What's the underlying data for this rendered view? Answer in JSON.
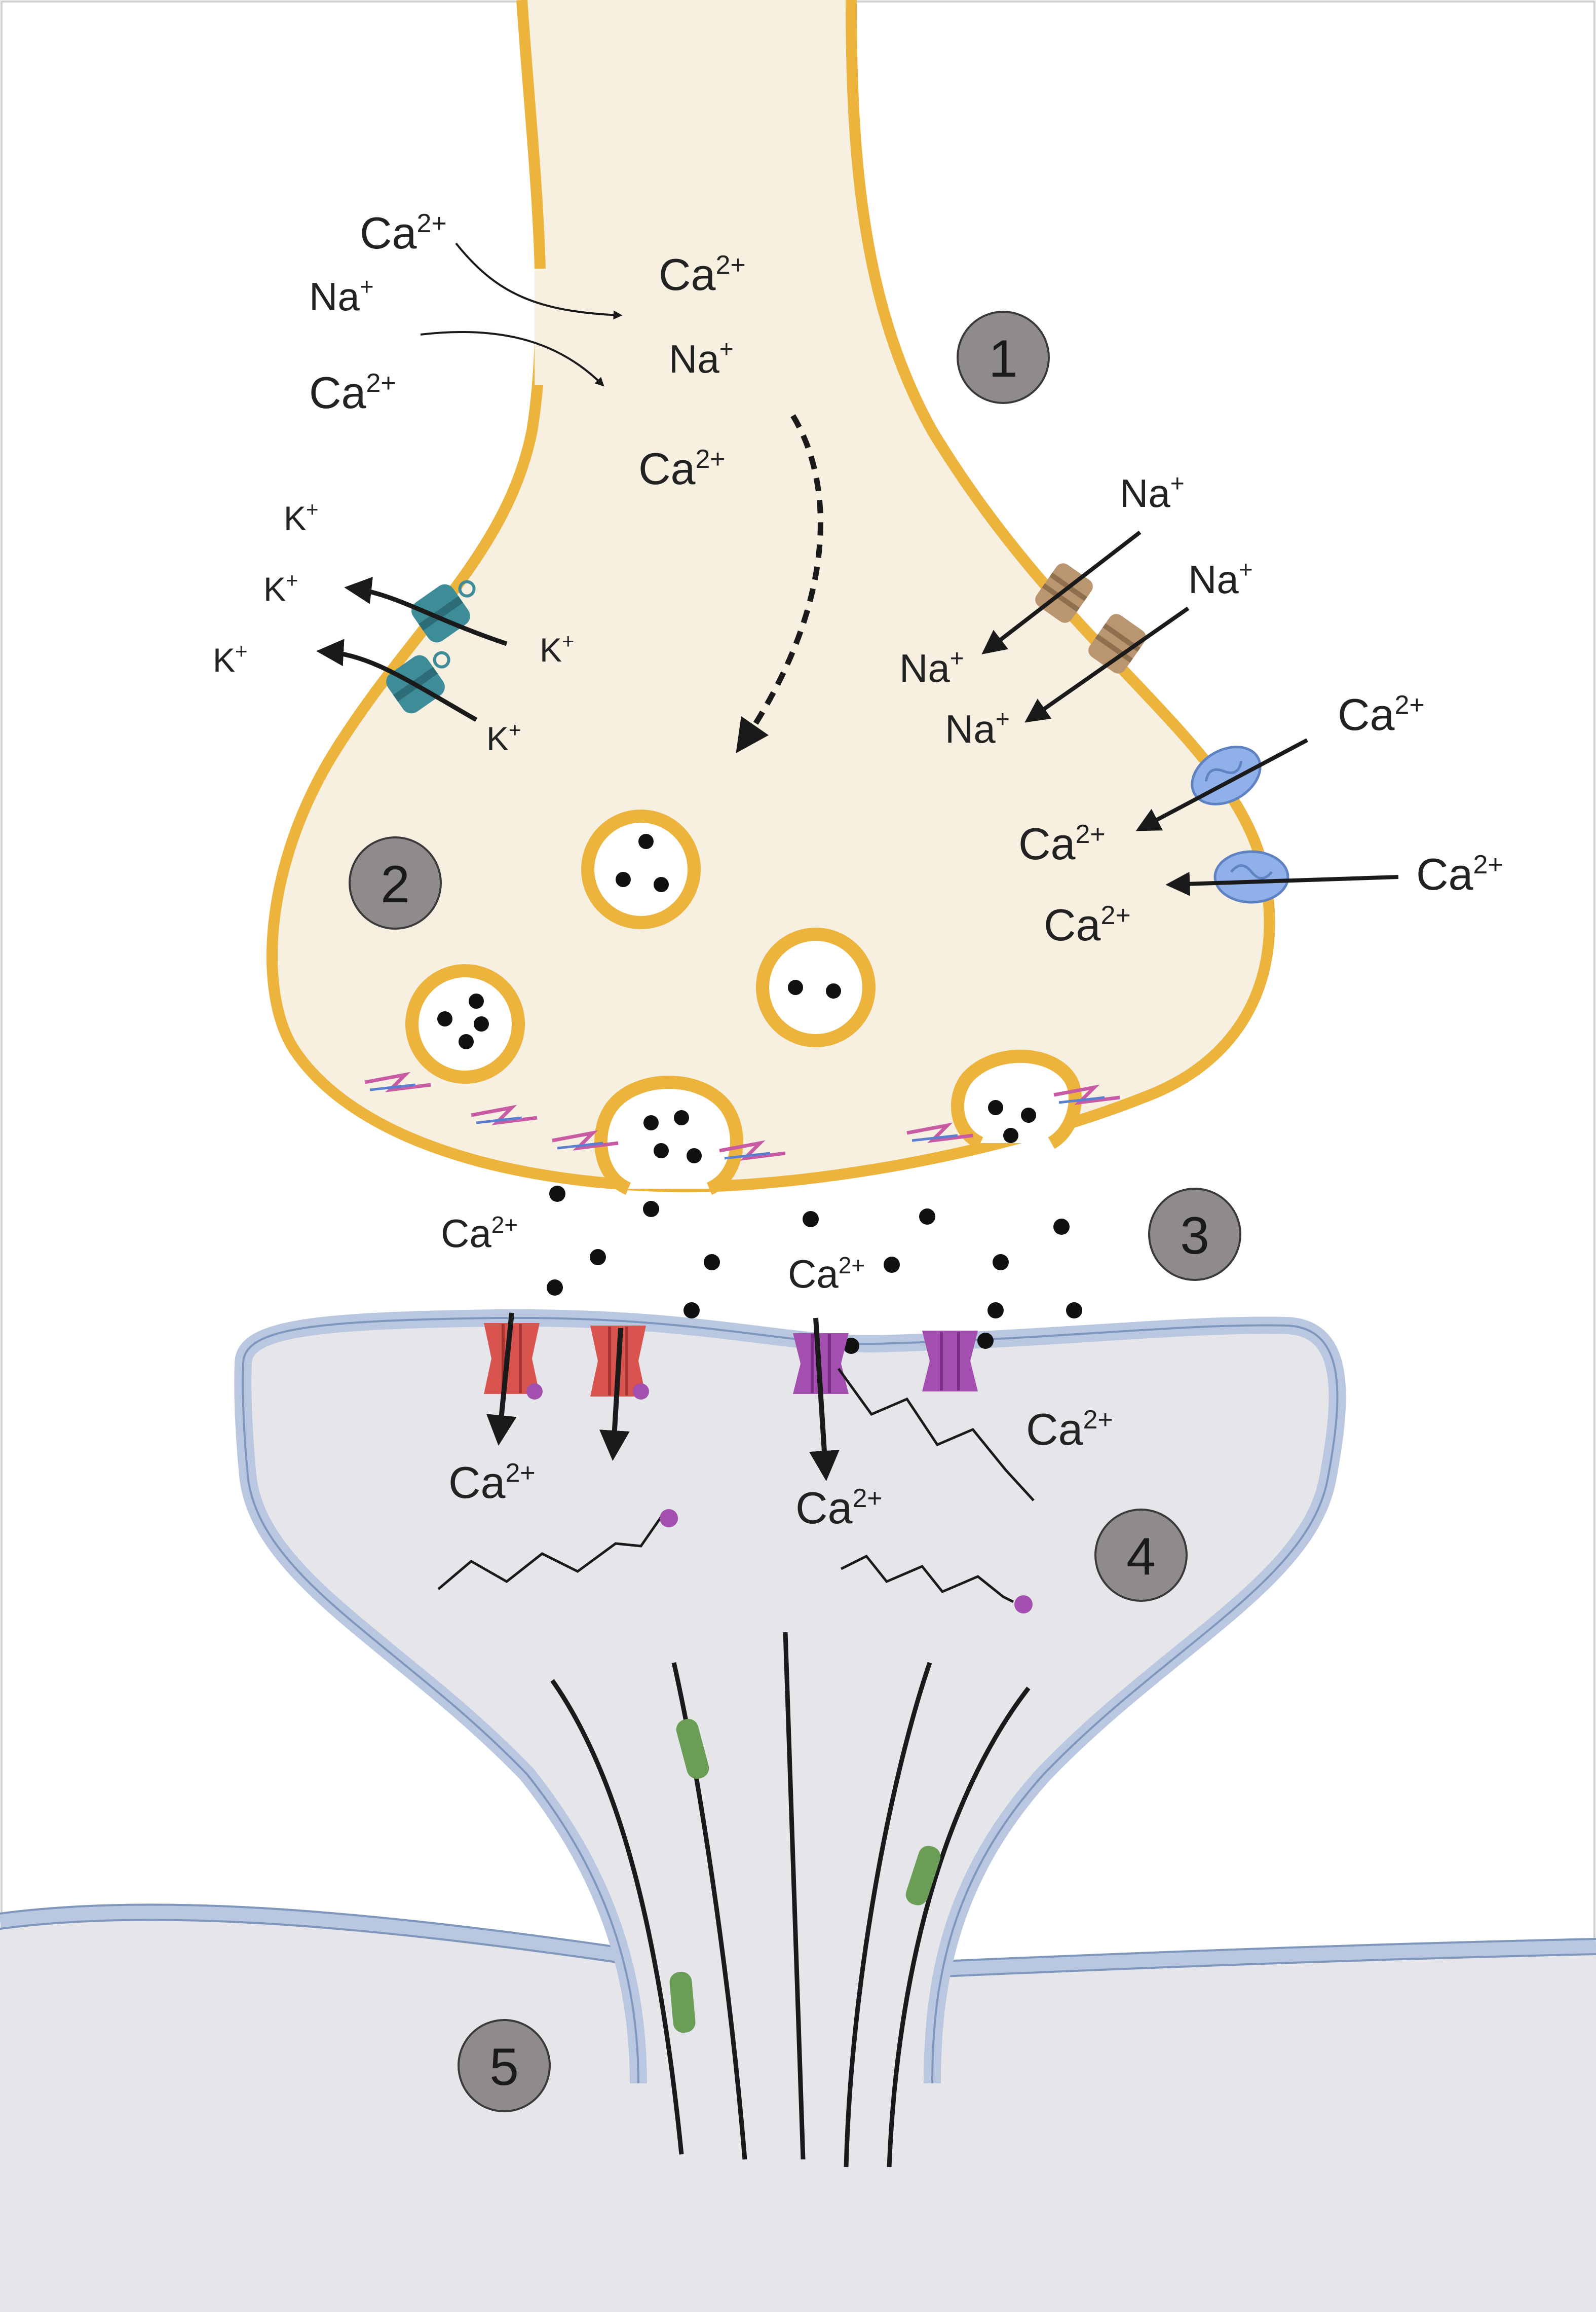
{
  "colors": {
    "presynaptic_fill": "#f7f0e1",
    "presynaptic_membrane": "#ecb43c",
    "postsynaptic_fill": "#e6e6ea",
    "postsynaptic_membrane": "#b9c8e0",
    "step_marker": "#8f8b8b",
    "k_channel": "#3e8c98",
    "na_channel": "#b99570",
    "ca_channel": "#8fb0e8",
    "red_receptor": "#d9534f",
    "purple_receptor": "#a34fb0",
    "cytoskeleton_marker": "#6a9d55"
  },
  "ions": {
    "ca": "Ca",
    "na": "Na",
    "k": "K",
    "ca_charge": "2+",
    "mono_charge": "+"
  },
  "step_markers": [
    "1",
    "2",
    "3",
    "4",
    "5"
  ]
}
